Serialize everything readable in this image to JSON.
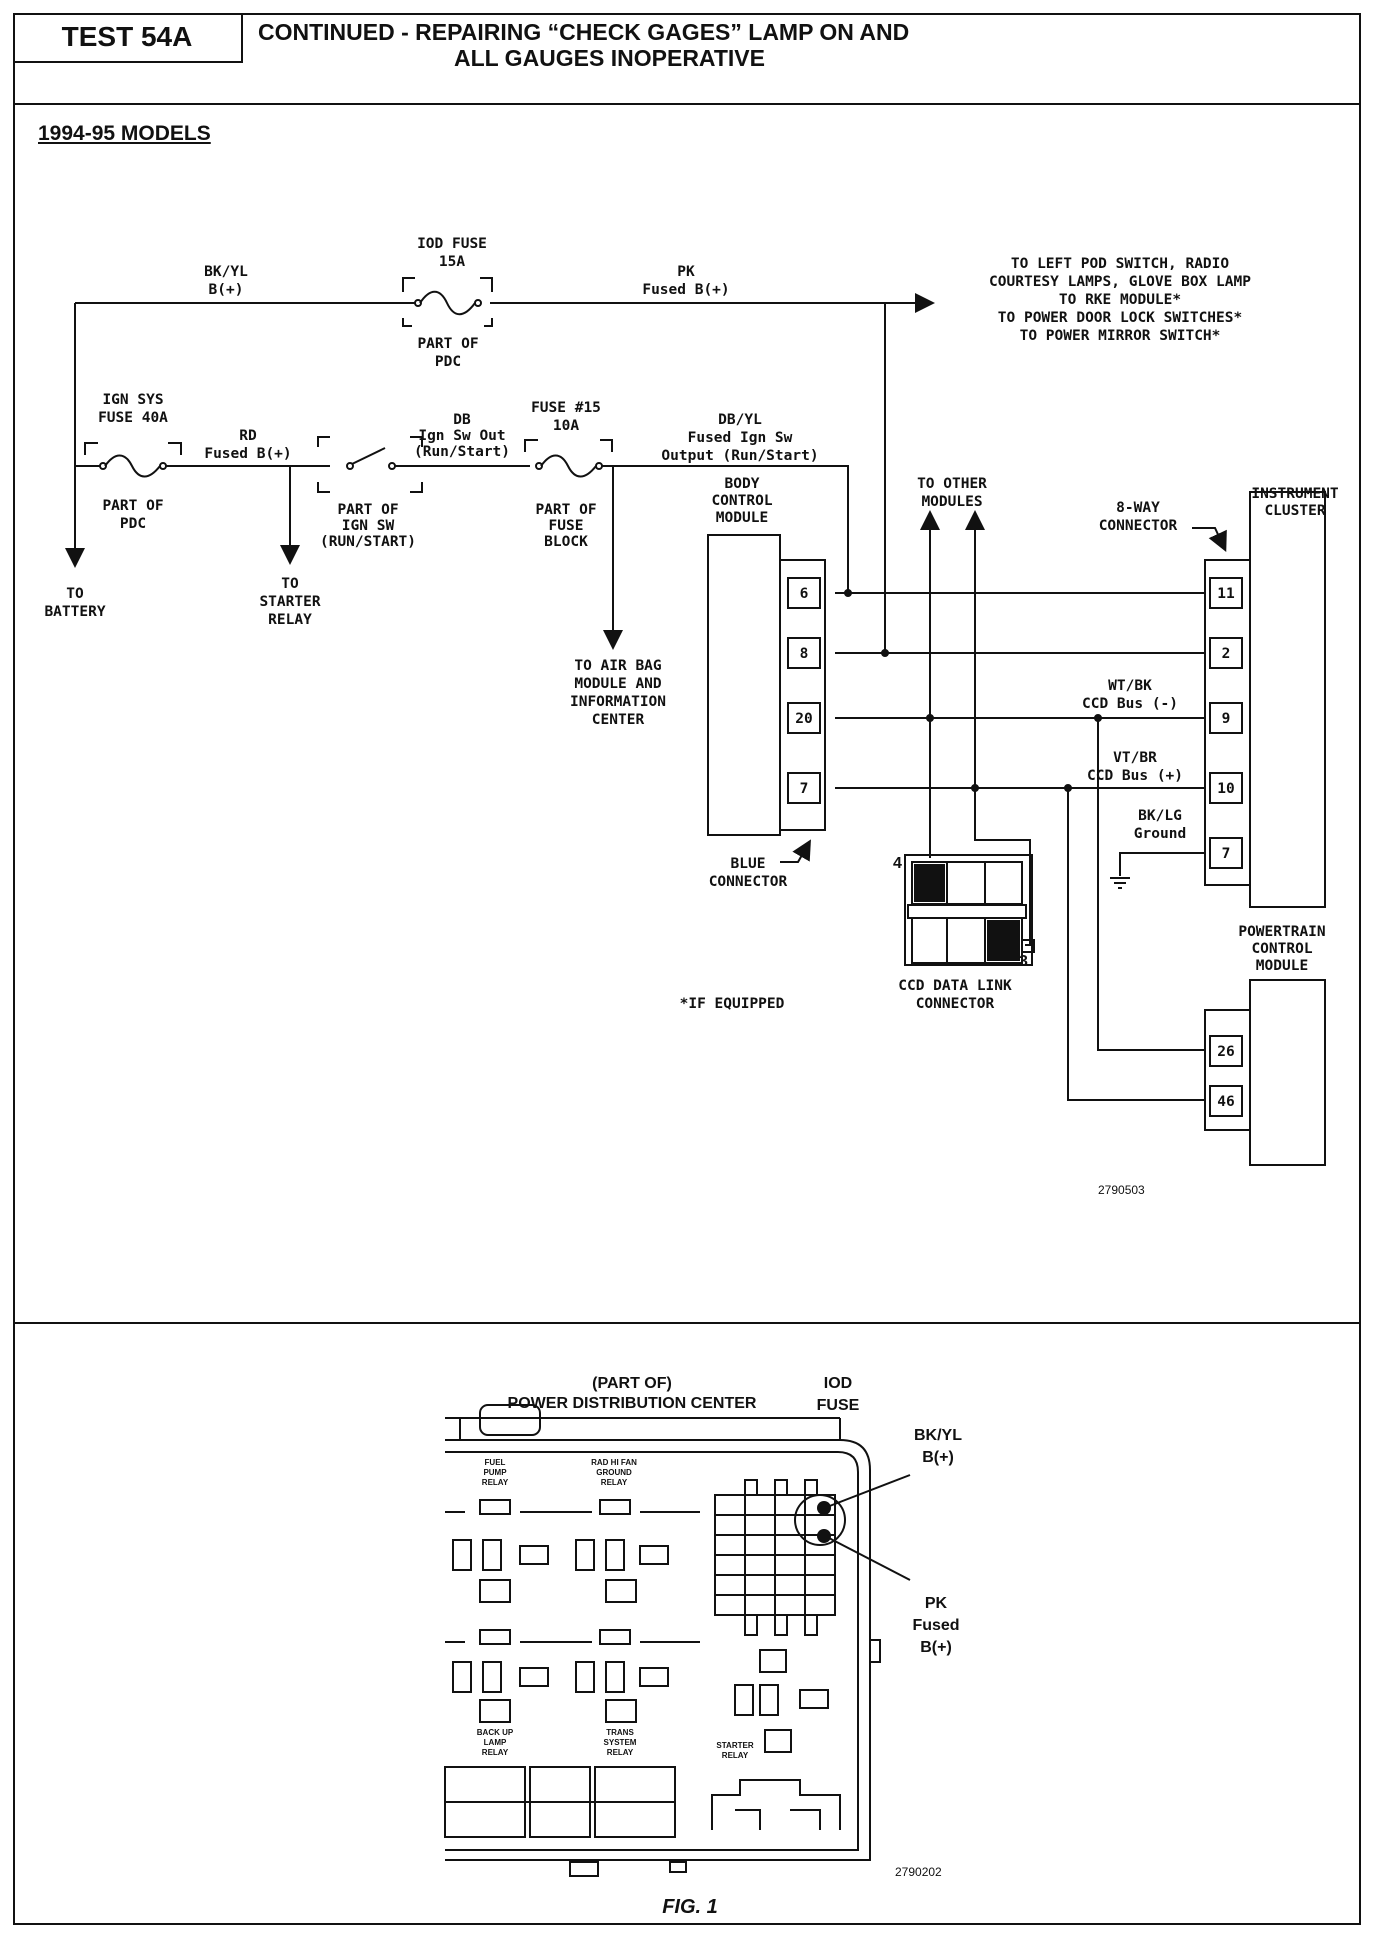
{
  "header": {
    "test_label": "TEST 54A",
    "title_line1": "CONTINUED -  REPAIRING “CHECK GAGES” LAMP ON AND",
    "title_line2": "ALL GAUGES INOPERATIVE"
  },
  "section_label": "1994-95 MODELS",
  "wiring": {
    "iod_fuse": [
      "IOD FUSE",
      "15A"
    ],
    "part_of_pdc_top": [
      "PART OF",
      "PDC"
    ],
    "bkyl_b": [
      "BK/YL",
      "B(+)"
    ],
    "pk_fused_b": [
      "PK",
      "Fused B(+)"
    ],
    "dest_note": [
      "TO LEFT POD SWITCH, RADIO",
      "COURTESY LAMPS, GLOVE BOX LAMP",
      "TO RKE MODULE*",
      "TO POWER DOOR LOCK SWITCHES*",
      "TO POWER MIRROR SWITCH*"
    ],
    "ign_sys_fuse": [
      "IGN SYS",
      "FUSE 40A"
    ],
    "part_of_pdc_left": [
      "PART OF",
      "PDC"
    ],
    "rd_fused_b": [
      "RD",
      "Fused B(+)"
    ],
    "part_of_ign_sw": [
      "PART OF",
      "IGN SW",
      "(RUN/START)"
    ],
    "db_ign_sw_out": [
      "DB",
      "Ign Sw Out",
      "(Run/Start)"
    ],
    "fuse15": [
      "FUSE #15",
      "10A"
    ],
    "part_of_fuse_block": [
      "PART OF",
      "FUSE",
      "BLOCK"
    ],
    "dbyl_fused": [
      "DB/YL",
      "Fused Ign Sw",
      "Output (Run/Start)"
    ],
    "to_battery": [
      "TO",
      "BATTERY"
    ],
    "to_starter": [
      "TO",
      "STARTER",
      "RELAY"
    ],
    "to_airbag": [
      "TO AIR BAG",
      "MODULE AND",
      "INFORMATION",
      "CENTER"
    ],
    "bcm": [
      "BODY",
      "CONTROL",
      "MODULE"
    ],
    "bcm_pins": [
      "6",
      "8",
      "20",
      "7"
    ],
    "blue_connector": [
      "BLUE",
      "CONNECTOR"
    ],
    "to_other": [
      "TO OTHER",
      "MODULES"
    ],
    "eight_way": [
      "8-WAY",
      "CONNECTOR"
    ],
    "instrument_cluster": [
      "INSTRUMENT",
      "CLUSTER"
    ],
    "cluster_pins": [
      "11",
      "2",
      "9",
      "10",
      "7"
    ],
    "wtbk": [
      "WT/BK",
      "CCD Bus (-)"
    ],
    "vtbr": [
      "VT/BR",
      "CCD Bus (+)"
    ],
    "bklg": [
      "BK/LG",
      "Ground"
    ],
    "ccd_connector": [
      "CCD DATA LINK",
      "CONNECTOR"
    ],
    "ccd_pin_a": "4",
    "ccd_pin_b": "3",
    "if_equipped": "*IF EQUIPPED",
    "pcm": [
      "POWERTRAIN",
      "CONTROL",
      "MODULE"
    ],
    "pcm_pins": [
      "26",
      "46"
    ],
    "diagram_id": "2790503"
  },
  "fig1": {
    "pdc_label": [
      "(PART OF)",
      "POWER DISTRIBUTION CENTER"
    ],
    "iod_fuse": [
      "IOD",
      "FUSE"
    ],
    "bkyl": [
      "BK/YL",
      "B(+)"
    ],
    "pk_fused": [
      "PK",
      "Fused",
      "B(+)"
    ],
    "fuel_pump_relay": [
      "FUEL",
      "PUMP",
      "RELAY"
    ],
    "rad_fan_relay": [
      "RAD HI FAN",
      "GROUND",
      "RELAY"
    ],
    "back_up_relay": [
      "BACK UP",
      "LAMP",
      "RELAY"
    ],
    "trans_relay": [
      "TRANS",
      "SYSTEM",
      "RELAY"
    ],
    "starter_relay": [
      "STARTER",
      "RELAY"
    ],
    "diagram_id": "2790202",
    "caption": "FIG. 1"
  }
}
